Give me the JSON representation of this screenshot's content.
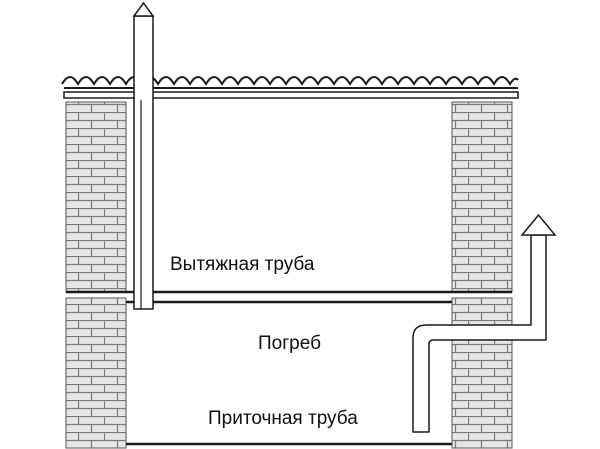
{
  "labels": {
    "exhaust_pipe": "Вытяжная труба",
    "cellar": "Погреб",
    "supply_pipe": "Приточная труба"
  },
  "colors": {
    "line": "#1a1a1a",
    "brick_fill": "#e6e6e6",
    "mortar": "#7a7a7a",
    "pipe_fill": "#ffffff"
  }
}
